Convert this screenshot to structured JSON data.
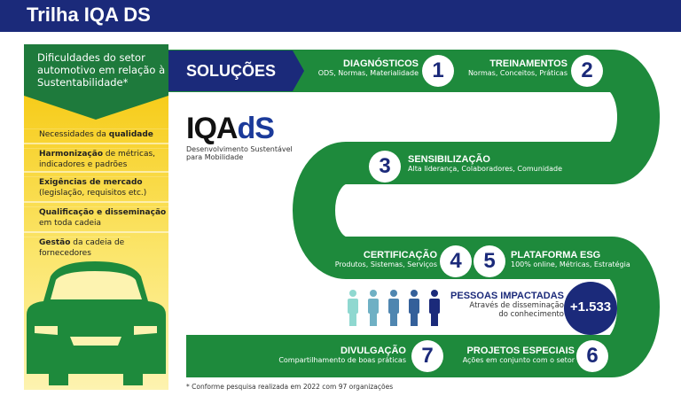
{
  "header": {
    "title": "Trilha IQA DS"
  },
  "left_panel": {
    "title": "Dificuldades do setor automotivo em relação à Sustentabilidade*",
    "items": [
      {
        "bold": "",
        "pre": "Necessidades da ",
        "strong": "qualidade",
        "post": ""
      },
      {
        "strong": "Harmonização",
        "post": " de métricas, indicadores e padrões"
      },
      {
        "strong": "Exigências de mercado",
        "post": " (legislação, requisitos etc.)"
      },
      {
        "strong": "Qualificação e disseminação",
        "post": " em toda cadeia"
      },
      {
        "strong": "Gestão",
        "post": " da cadeia de fornecedores"
      }
    ]
  },
  "solutions_label": "SOLUÇÕES",
  "logo": {
    "text": "IQA dS",
    "tagline1": "Desenvolvimento Sustentável",
    "tagline2": "para Mobilidade"
  },
  "steps": [
    {
      "n": "1",
      "title": "DIAGNÓSTICOS",
      "sub": "ODS, Normas, Materialidade"
    },
    {
      "n": "2",
      "title": "TREINAMENTOS",
      "sub": "Normas, Conceitos, Práticas"
    },
    {
      "n": "3",
      "title": "SENSIBILIZAÇÃO",
      "sub": "Alta liderança, Colaboradores, Comunidade"
    },
    {
      "n": "4",
      "title": "CERTIFICAÇÃO",
      "sub": "Produtos, Sistemas, Serviços"
    },
    {
      "n": "5",
      "title": "PLATAFORMA ESG",
      "sub": "100% online, Métricas, Estratégia"
    },
    {
      "n": "6",
      "title": "PROJETOS ESPECIAIS",
      "sub": "Ações em conjunto com o setor"
    },
    {
      "n": "7",
      "title": "DIVULGAÇÃO",
      "sub": "Compartilhamento de boas práticas"
    }
  ],
  "impact": {
    "title": "PESSOAS IMPACTADAS",
    "line1": "Através de disseminação",
    "line2": "do  conhecimento",
    "value": "+1.533"
  },
  "people_colors": [
    "#8fd8d0",
    "#6fb0c4",
    "#4f86b0",
    "#34609a",
    "#1b2a7a"
  ],
  "footnote": "* Conforme pesquisa realizada em 2022 com 97 organizações",
  "colors": {
    "navy": "#1b2a7a",
    "green": "#1e8a3c",
    "yellow": "#f5c400"
  }
}
